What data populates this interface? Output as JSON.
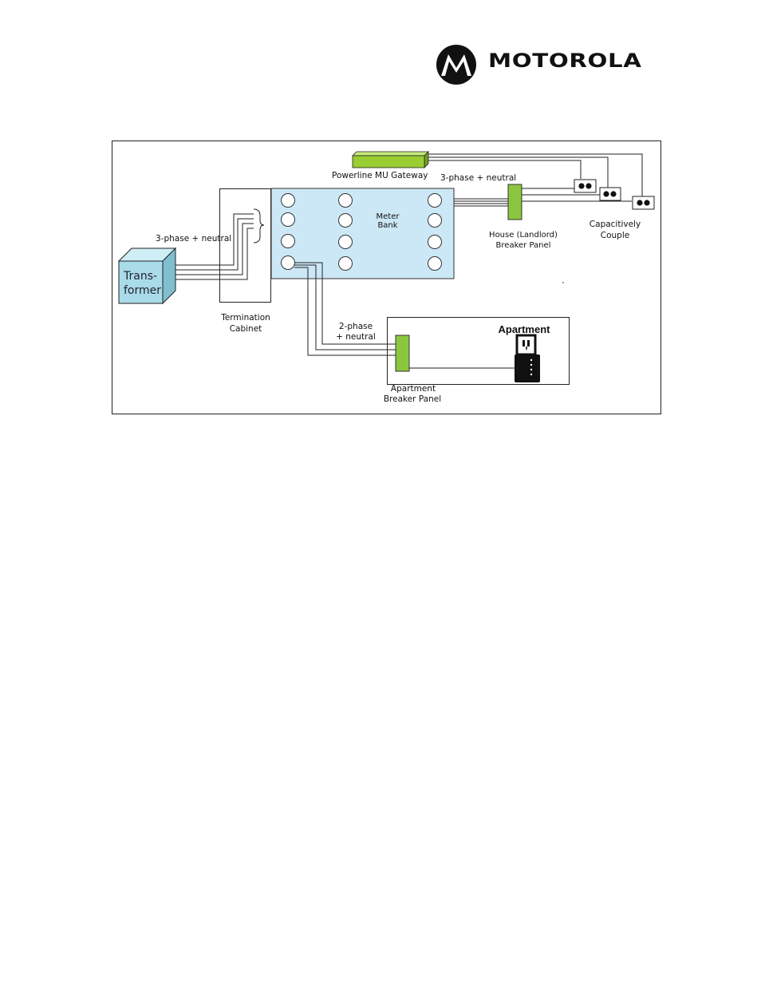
{
  "brand": {
    "name": "MOTOROLA",
    "logo_icon": "motorola-batwing-icon"
  },
  "diagram": {
    "labels": {
      "gateway": "Powerline MU Gateway",
      "three_phase_top": "3-phase + neutral",
      "three_phase_left": "3-phase + neutral",
      "meter_bank_1": "Meter",
      "meter_bank_2": "Bank",
      "house_panel_1": "House (Landlord)",
      "house_panel_2": "Breaker Panel",
      "capacitive_1": "Capacitively",
      "capacitive_2": "Couple",
      "transformer_1": "Trans-",
      "transformer_2": "former",
      "termination_1": "Termination",
      "termination_2": "Cabinet",
      "two_phase_1": "2-phase",
      "two_phase_2": "+ neutral",
      "apartment": "Apartment",
      "apt_panel_1": "Apartment",
      "apt_panel_2": "Breaker Panel"
    },
    "colors": {
      "gateway_green": "#9acd32",
      "panel_green": "#8cc63f",
      "meter_bank_fill": "#cce8f6",
      "transformer_fill": "#a9dbe8",
      "line": "#222222"
    }
  }
}
